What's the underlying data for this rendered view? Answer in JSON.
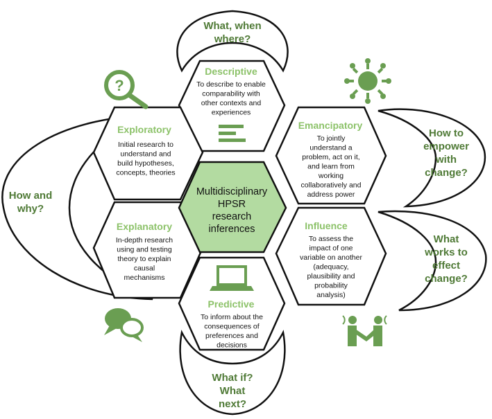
{
  "center": {
    "lines": [
      "Multidisciplinary",
      "HPSR",
      "research",
      "inferences"
    ]
  },
  "hexagons": {
    "descriptive": {
      "title": "Descriptive",
      "lines": [
        "To describe to enable",
        "comparability with",
        "other contexts and",
        "experiences"
      ]
    },
    "exploratory": {
      "title": "Exploratory",
      "lines": [
        "Initial research to",
        "understand and",
        "build hypotheses,",
        "concepts, theories"
      ]
    },
    "emancipatory": {
      "title": "Emancipatory",
      "lines": [
        "To jointly",
        "understand a",
        "problem, act on it,",
        "and learn from",
        "working",
        "collaboratively and",
        "address power"
      ]
    },
    "explanatory": {
      "title": "Explanatory",
      "lines": [
        "In-depth research",
        "using and testing",
        "theory to explain",
        "causal",
        "mechanisms"
      ]
    },
    "influence": {
      "title": "Influence",
      "lines": [
        "To assess the",
        "impact of one",
        "variable on another",
        "(adequacy,",
        "plausibility and",
        "probability",
        "analysis)"
      ]
    },
    "predictive": {
      "title": "Predictive",
      "lines": [
        "To inform about the",
        "consequences of",
        "preferences and",
        "decisions"
      ]
    }
  },
  "questions": {
    "top": [
      "What, when",
      "where?"
    ],
    "left": [
      "How and",
      "why?"
    ],
    "right_upper": [
      "How to",
      "empower",
      "with",
      "change?"
    ],
    "right_lower": [
      "What",
      "works to",
      "effect",
      "change?"
    ],
    "bottom": [
      "What if?",
      "What",
      "next?"
    ]
  },
  "icons": {
    "descriptive": "text-lines-icon",
    "exploratory": "magnifier-question-icon",
    "emancipatory": "people-circle-icon",
    "explanatory": "speech-bubbles-icon",
    "influence": "handshake-icon",
    "predictive": "laptop-icon"
  },
  "colors": {
    "title_green": "#8cc269",
    "question_green": "#4f7a36",
    "icon_green": "#6a9e52",
    "center_fill": "#b3dba1",
    "outline": "#111111"
  }
}
